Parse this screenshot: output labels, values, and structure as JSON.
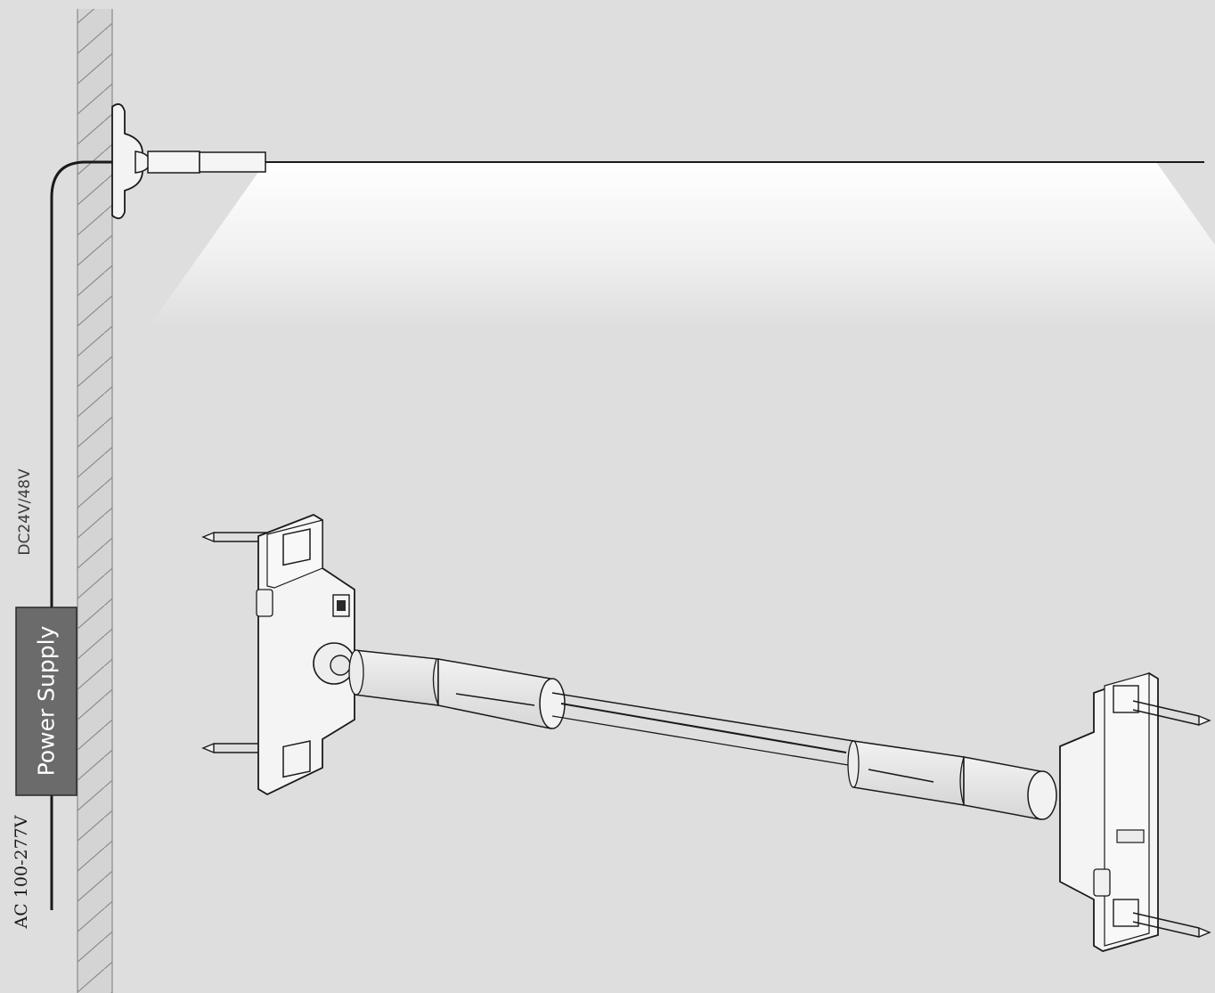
{
  "labels": {
    "power_supply": "Power Supply",
    "dc_voltage": "DC24V/48V",
    "ac_voltage": "AC 100-277V"
  },
  "colors": {
    "background": "#dedede",
    "line": "#1a1a1a",
    "power_box": "#6b6b6b",
    "light": "#ffffff"
  }
}
